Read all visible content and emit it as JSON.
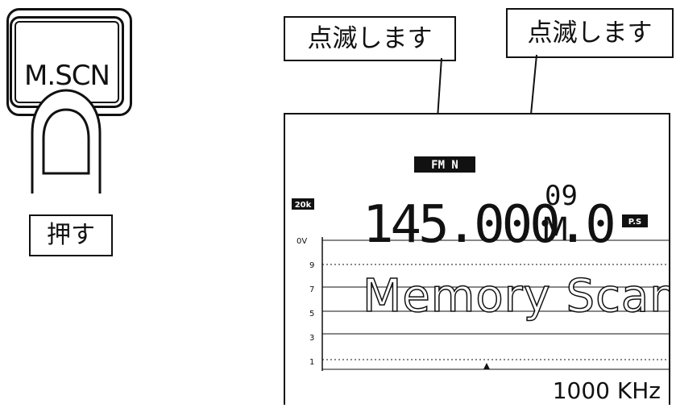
{
  "key": {
    "label": "M.SCN"
  },
  "push_tag": {
    "label": "押す"
  },
  "blink_tags": [
    {
      "label": "点滅します"
    },
    {
      "label": "点滅します"
    }
  ],
  "lcd": {
    "mode_badge": "FM N",
    "step_badge": "20k",
    "frequency": "145.000.0",
    "memory_channel": "09",
    "memory_indicator": "M",
    "ps_badge": "P.S",
    "meter_scale": [
      "0V",
      "9",
      "7",
      "5",
      "3",
      "1"
    ],
    "message": "Memory Scan.",
    "span": "1000 KHz"
  }
}
